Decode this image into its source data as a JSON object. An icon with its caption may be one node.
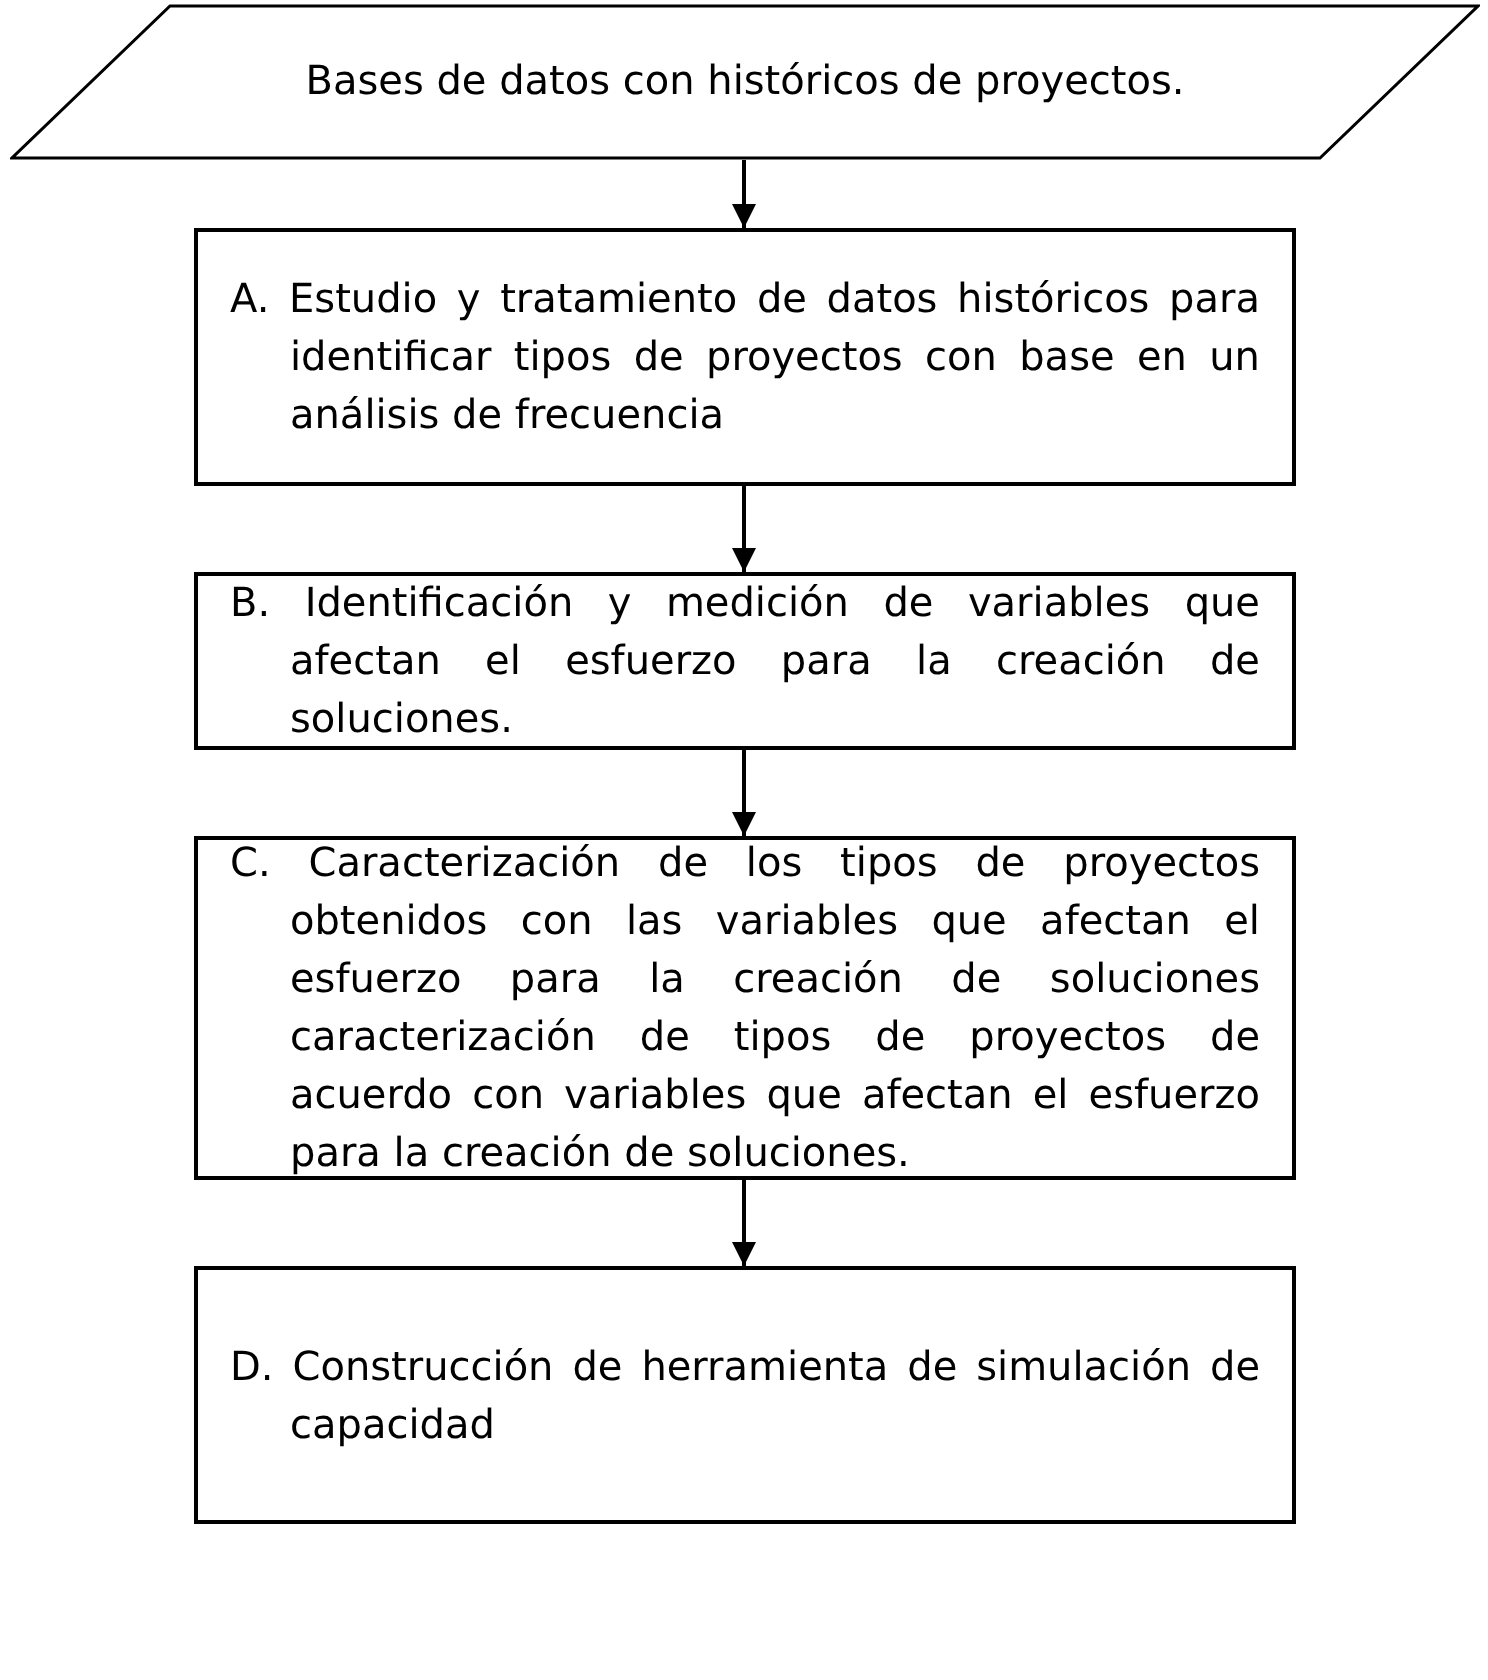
{
  "diagram": {
    "nodes": [
      {
        "text": [
          "Bases de datos con históricos de proyectos."
        ]
      },
      {
        "text": [
          "A. Estudio y tratamiento de datos históricos para identificar tipos de proyectos con base en un análisis de frecuencia"
        ]
      },
      {
        "text": [
          "B. Identificación y medición de variables que afectan el esfuerzo para la creación de soluciones."
        ]
      },
      {
        "text": [
          "C. Caracterización de los tipos de proyectos obtenidos con las variables que afectan el esfuerzo para la creación de soluciones caracterización de tipos de proyectos de acuerdo con variables que afectan el esfuerzo para la creación de soluciones."
        ]
      },
      {
        "text": [
          "D. Construcción de herramienta de simulación de capacidad"
        ]
      }
    ],
    "edges": [
      {
        "from": 0,
        "to": 1,
        "arrow": "to"
      },
      {
        "from": 1,
        "to": 2,
        "arrow": "to"
      },
      {
        "from": 2,
        "to": 3,
        "arrow": "to"
      },
      {
        "from": 3,
        "to": 4,
        "arrow": "to"
      }
    ]
  }
}
